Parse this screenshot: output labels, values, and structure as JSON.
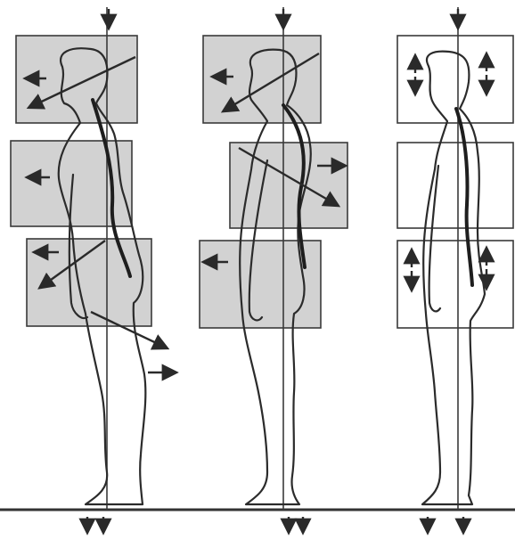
{
  "figure": {
    "panels": [
      {
        "id": "left",
        "posture": "misaligned-large",
        "block_fill": "#d2d2d2"
      },
      {
        "id": "middle",
        "posture": "misaligned-moderate",
        "block_fill": "#d2d2d2"
      },
      {
        "id": "right",
        "posture": "aligned",
        "block_fill": "#ffffff"
      }
    ],
    "colors": {
      "gray_block": "#d2d2d2",
      "line": "#2b2b2b",
      "background": "#ffffff"
    }
  }
}
